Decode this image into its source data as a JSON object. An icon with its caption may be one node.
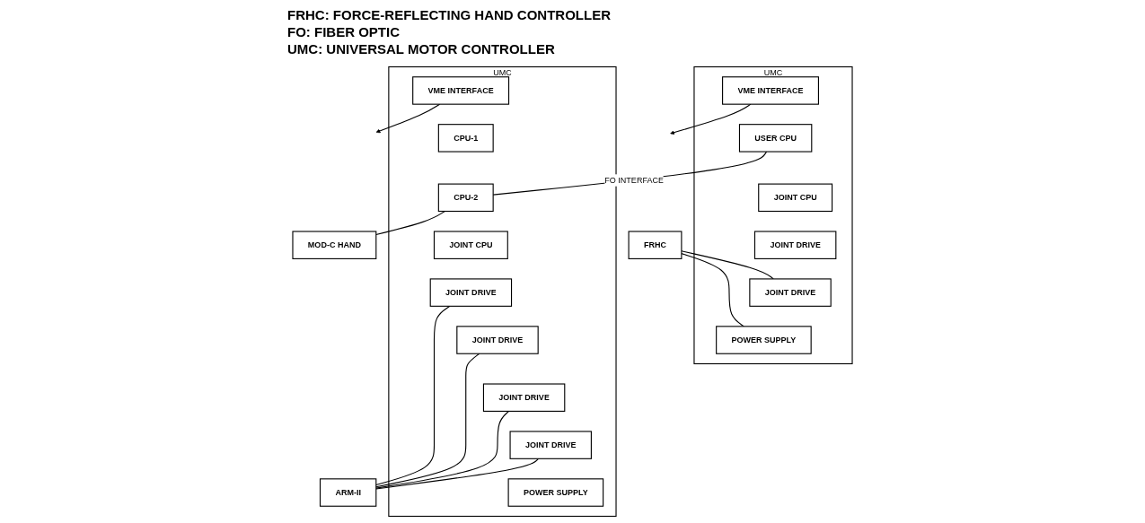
{
  "diagram": {
    "nodes": [
      {
        "text": [
          "UMC"
        ]
      },
      {
        "text": [
          "VME INTERFACE"
        ],
        "in": 0
      },
      {
        "text": [
          "USER CPU"
        ],
        "in": 0
      },
      {
        "text": [
          "JOINT CPU"
        ],
        "in": 0
      },
      {
        "text": [
          "JOINT DRIVE"
        ],
        "in": 0
      },
      {
        "text": [
          "JOINT DRIVE"
        ],
        "in": 0
      },
      {
        "text": [
          "POWER SUPPLY"
        ],
        "in": 0
      },
      {
        "text": [
          "UMC"
        ]
      },
      {
        "text": [
          "VME INTERFACE"
        ],
        "in": 7
      },
      {
        "text": [
          "CPU-1"
        ],
        "in": 7
      },
      {
        "text": [
          "CPU-2"
        ],
        "in": 7
      },
      {
        "text": [
          "JOINT CPU"
        ],
        "in": 7
      },
      {
        "text": [
          "JOINT DRIVE"
        ],
        "in": 7
      },
      {
        "text": [
          "JOINT DRIVE"
        ],
        "in": 7
      },
      {
        "text": [
          "JOINT DRIVE"
        ],
        "in": 7
      },
      {
        "text": [
          "JOINT DRIVE"
        ],
        "in": 7
      },
      {
        "text": [
          "POWER SUPPLY"
        ],
        "in": 7
      },
      {
        "text": [
          "FRHC"
        ]
      },
      {
        "text": [
          "MOD-C HAND"
        ]
      },
      {
        "text": [
          "ARM-II"
        ]
      }
    ],
    "edges": [
      {
        "from": 1,
        "to": null,
        "arrow": "to"
      },
      {
        "from": 8,
        "to": null,
        "arrow": "to"
      },
      {
        "from": 2,
        "to": 10,
        "arrow": "none",
        "label": "FO INTERFACE"
      },
      {
        "from": 10,
        "to": 18,
        "arrow": "none"
      },
      {
        "from": 17,
        "to": 5,
        "arrow": "none"
      },
      {
        "from": 17,
        "to": 6,
        "arrow": "none"
      },
      {
        "from": 12,
        "to": 19,
        "arrow": "none"
      },
      {
        "from": 13,
        "to": 19,
        "arrow": "none"
      },
      {
        "from": 14,
        "to": 19,
        "arrow": "none"
      },
      {
        "from": 15,
        "to": 19,
        "arrow": "none"
      }
    ],
    "labels": [
      "FRHC: FORCE-REFLECTING HAND CONTROLLER",
      "FO: FIBER OPTIC",
      "UMC: UNIVERSAL MOTOR CONTROLLER"
    ]
  }
}
